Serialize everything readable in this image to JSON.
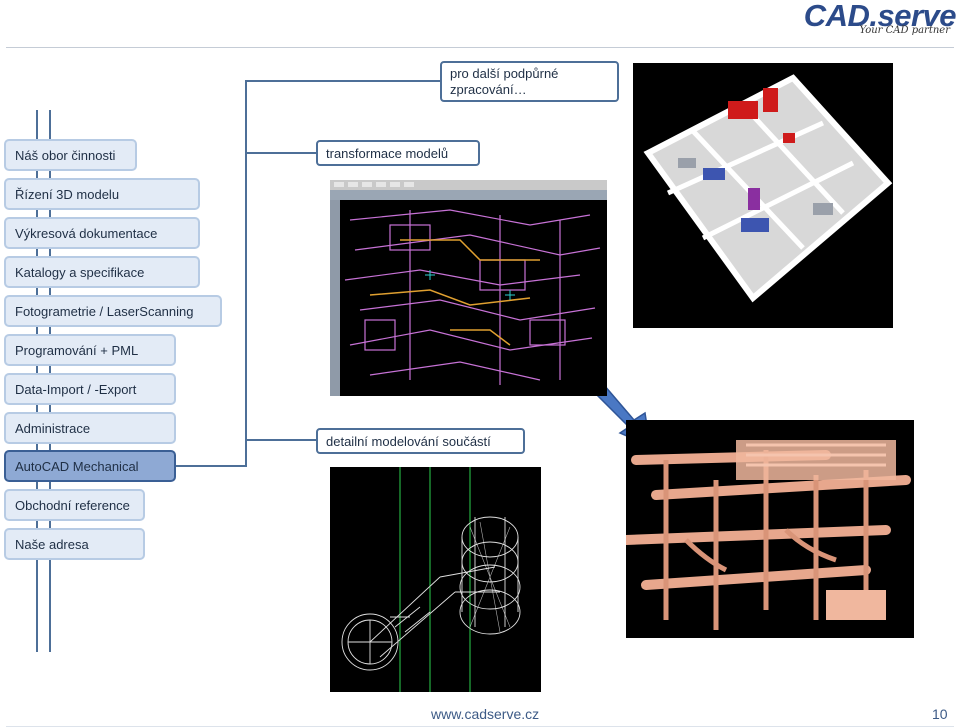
{
  "logo": {
    "brand": "CAD.serve",
    "tagline": "Your CAD partner"
  },
  "nav": {
    "items": [
      {
        "label": "Náš obor činnosti",
        "active": false
      },
      {
        "label": "Řízení 3D modelu",
        "active": false
      },
      {
        "label": "Výkresová dokumentace",
        "active": false
      },
      {
        "label": "Katalogy a specifikace",
        "active": false
      },
      {
        "label": "Fotogrametrie / LaserScanning",
        "active": false
      },
      {
        "label": "Programování + PML",
        "active": false
      },
      {
        "label": "Data-Import / -Export",
        "active": false
      },
      {
        "label": "Administrace",
        "active": false
      },
      {
        "label": "AutoCAD Mechanical",
        "active": true
      },
      {
        "label": "Obchodní reference",
        "active": false
      },
      {
        "label": "Naše adresa",
        "active": false
      }
    ]
  },
  "callouts": {
    "transform": "transformace modelů",
    "further_line1": "pro další podpůrné",
    "further_line2": "zpracování…",
    "detail": "detailní modelování součástí"
  },
  "images": {
    "transform": "autocad-wireframe-plant-model",
    "building": "3d-building-floorplan-render",
    "pipes": "3d-pipework-render",
    "valve": "valve-wireframe-model"
  },
  "colors": {
    "nav_bg": "#e3ebf6",
    "nav_border": "#b7cbe4",
    "nav_active_bg": "#8ea9d4",
    "nav_active_border": "#3a5f95",
    "connector": "#4d6f98",
    "arrow": "#4a78c4"
  },
  "footer": {
    "url": "www.cadserve.cz",
    "page": "10"
  }
}
